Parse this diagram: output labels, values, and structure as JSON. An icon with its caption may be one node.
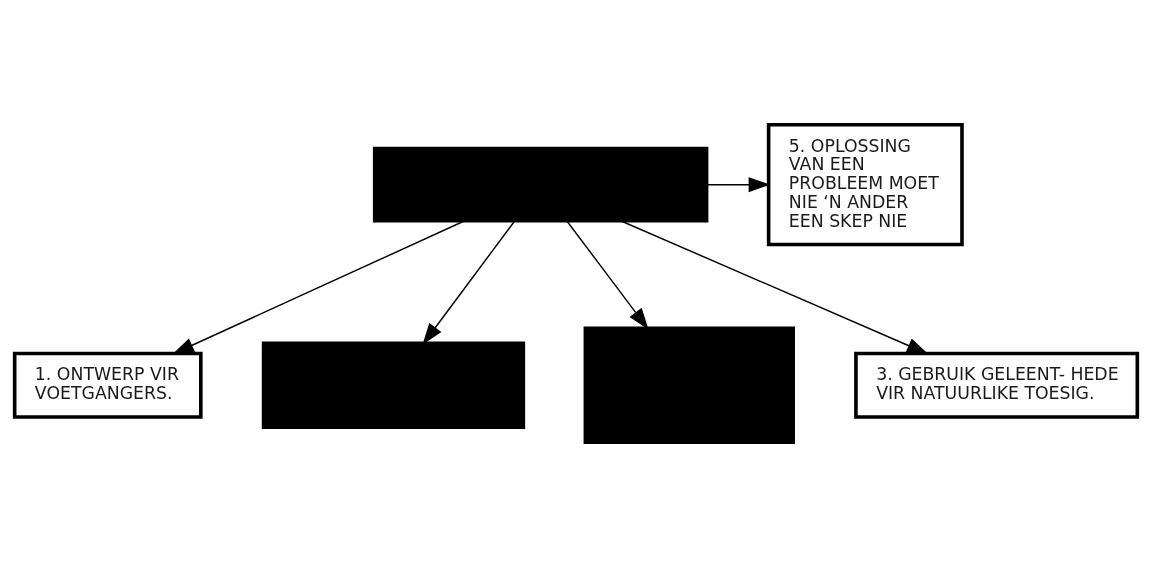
{
  "diagram": {
    "nodes": [
      {
        "text": [],
        "shape": "box"
      },
      {
        "text": [
          "5. OPLOSSING VAN EEN PROBLEEM MOET NIE ‘N ANDER EEN SKEP NIE"
        ]
      },
      {
        "text": [
          "1. ONTWERP VIR VOETGANGERS."
        ]
      },
      {
        "text": [],
        "shape": "box"
      },
      {
        "text": [],
        "shape": "box"
      },
      {
        "text": [
          "3. GEBRUIK GELEENT- HEDE VIR NATUURLIKE TOESIG."
        ]
      }
    ],
    "edges": [
      {
        "from": 0,
        "to": 1,
        "arrow": "to"
      },
      {
        "from": 0,
        "to": 2,
        "arrow": "to"
      },
      {
        "from": 0,
        "to": 4,
        "arrow": "to"
      },
      {
        "from": 0,
        "to": 5,
        "arrow": "to"
      },
      {
        "from": 0,
        "to": 3,
        "arrow": "to"
      }
    ]
  }
}
